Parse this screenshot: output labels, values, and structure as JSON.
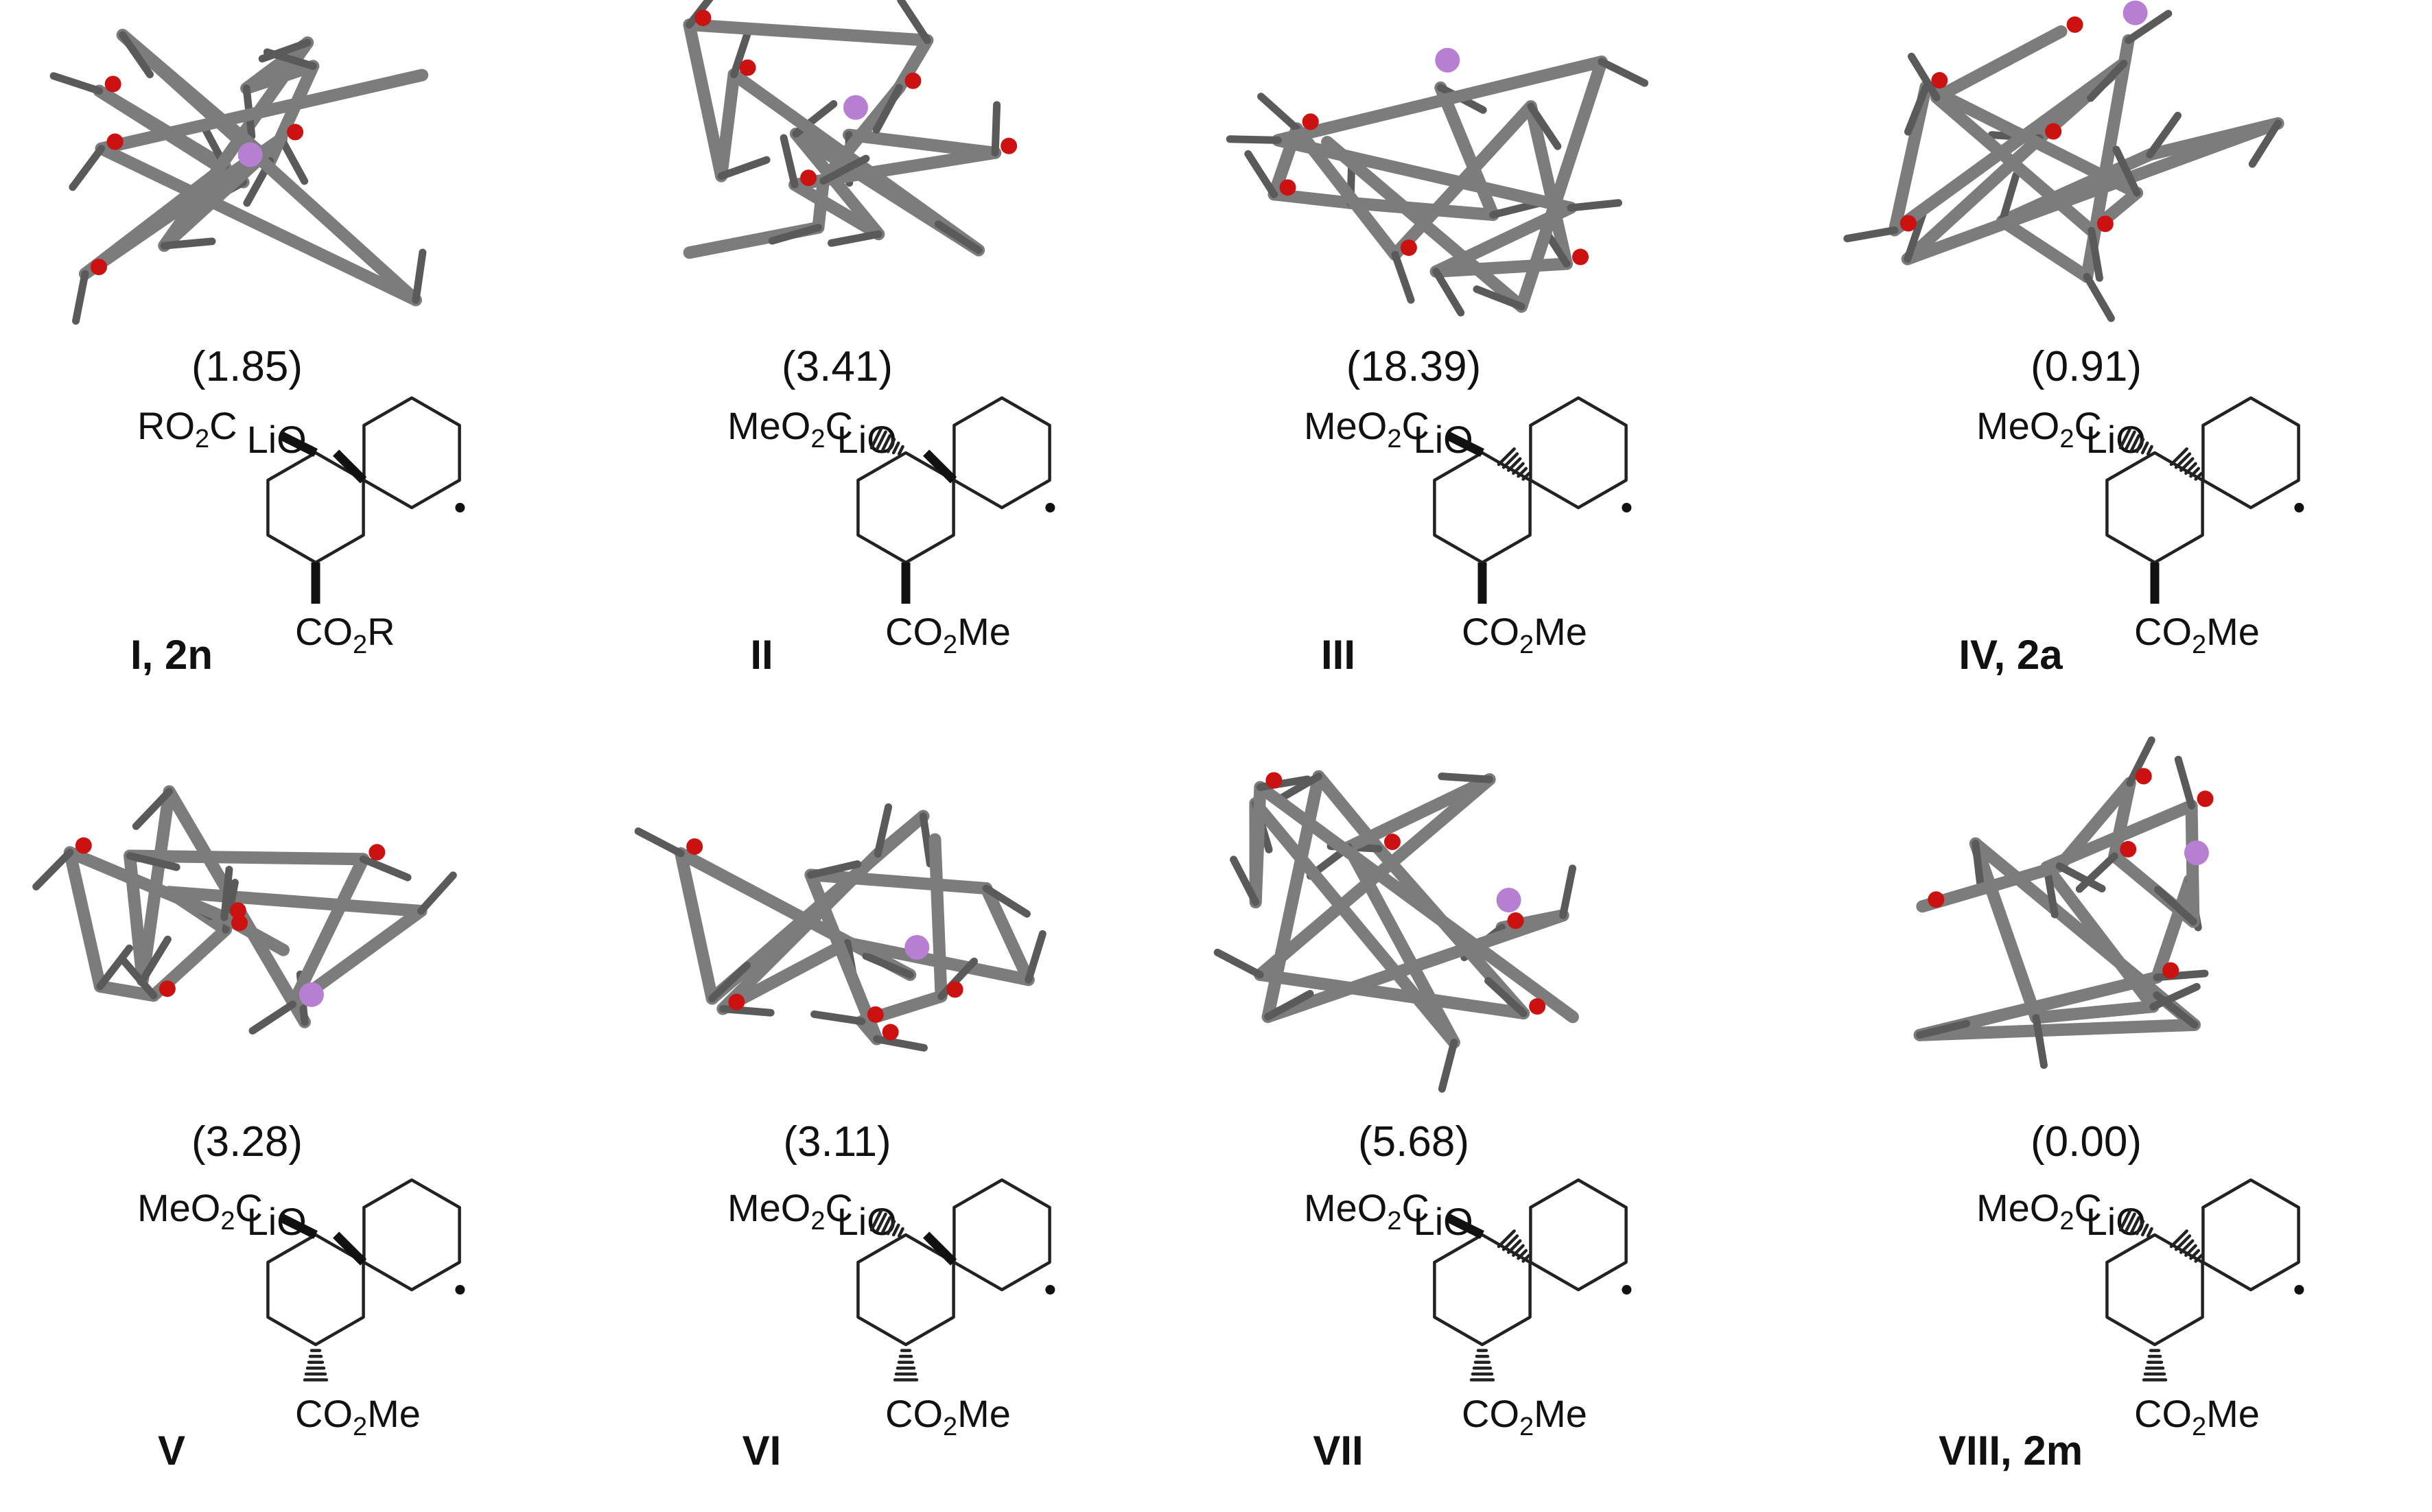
{
  "panels": [
    {
      "energy": "(1.85)",
      "label": "I, 2n",
      "lio": "LiO",
      "ester_left": [
        "RO",
        "2",
        "C"
      ],
      "ester_bottom": [
        "CO",
        "2",
        "R"
      ],
      "li_color": "#b77fd1",
      "o_color": "#cc1111"
    },
    {
      "energy": "(3.41)",
      "label": "II",
      "lio": "LiO",
      "ester_left": [
        "MeO",
        "2",
        "C"
      ],
      "ester_bottom": [
        "CO",
        "2",
        "Me"
      ]
    },
    {
      "energy": "(18.39)",
      "label": "III",
      "lio": "LiO",
      "ester_left": [
        "MeO",
        "2",
        "C"
      ],
      "ester_bottom": [
        "CO",
        "2",
        "Me"
      ]
    },
    {
      "energy": "(0.91)",
      "label": "IV, 2a",
      "lio": "LiO",
      "ester_left": [
        "MeO",
        "2",
        "C"
      ],
      "ester_bottom": [
        "CO",
        "2",
        "Me"
      ]
    },
    {
      "energy": "(3.28)",
      "label": "V",
      "lio": "LiO",
      "ester_left": [
        "MeO",
        "2",
        "C"
      ],
      "ester_bottom": [
        "CO",
        "2",
        "Me"
      ]
    },
    {
      "energy": "(3.11)",
      "label": "VI",
      "lio": "LiO",
      "ester_left": [
        "MeO",
        "2",
        "C"
      ],
      "ester_bottom": [
        "CO",
        "2",
        "Me"
      ]
    },
    {
      "energy": "(5.68)",
      "label": "VII",
      "lio": "LiO",
      "ester_left": [
        "MeO",
        "2",
        "C"
      ],
      "ester_bottom": [
        "CO",
        "2",
        "Me"
      ]
    },
    {
      "energy": "(0.00)",
      "label": "VIII, 2m",
      "lio": "LiO",
      "ester_left": [
        "MeO",
        "2",
        "C"
      ],
      "ester_bottom": [
        "CO",
        "2",
        "Me"
      ]
    }
  ],
  "stereo": [
    {
      "lio": "bold",
      "ester_left": "bold",
      "ester_bottom": "bold"
    },
    {
      "lio": "bold",
      "ester_left": "hash",
      "ester_bottom": "bold"
    },
    {
      "lio": "hash",
      "ester_left": "bold",
      "ester_bottom": "bold"
    },
    {
      "lio": "hash",
      "ester_left": "hash",
      "ester_bottom": "bold"
    },
    {
      "lio": "bold",
      "ester_left": "bold",
      "ester_bottom": "hash"
    },
    {
      "lio": "bold",
      "ester_left": "hash",
      "ester_bottom": "hash"
    },
    {
      "lio": "hash",
      "ester_left": "bold",
      "ester_bottom": "hash"
    },
    {
      "lio": "hash",
      "ester_left": "hash",
      "ester_bottom": "hash"
    }
  ],
  "atom_colors": {
    "carbon": "#7c7c7c",
    "hydrogen": "#5a5a5a",
    "oxygen": "#cc1111",
    "lithium": "#b77fd1"
  }
}
